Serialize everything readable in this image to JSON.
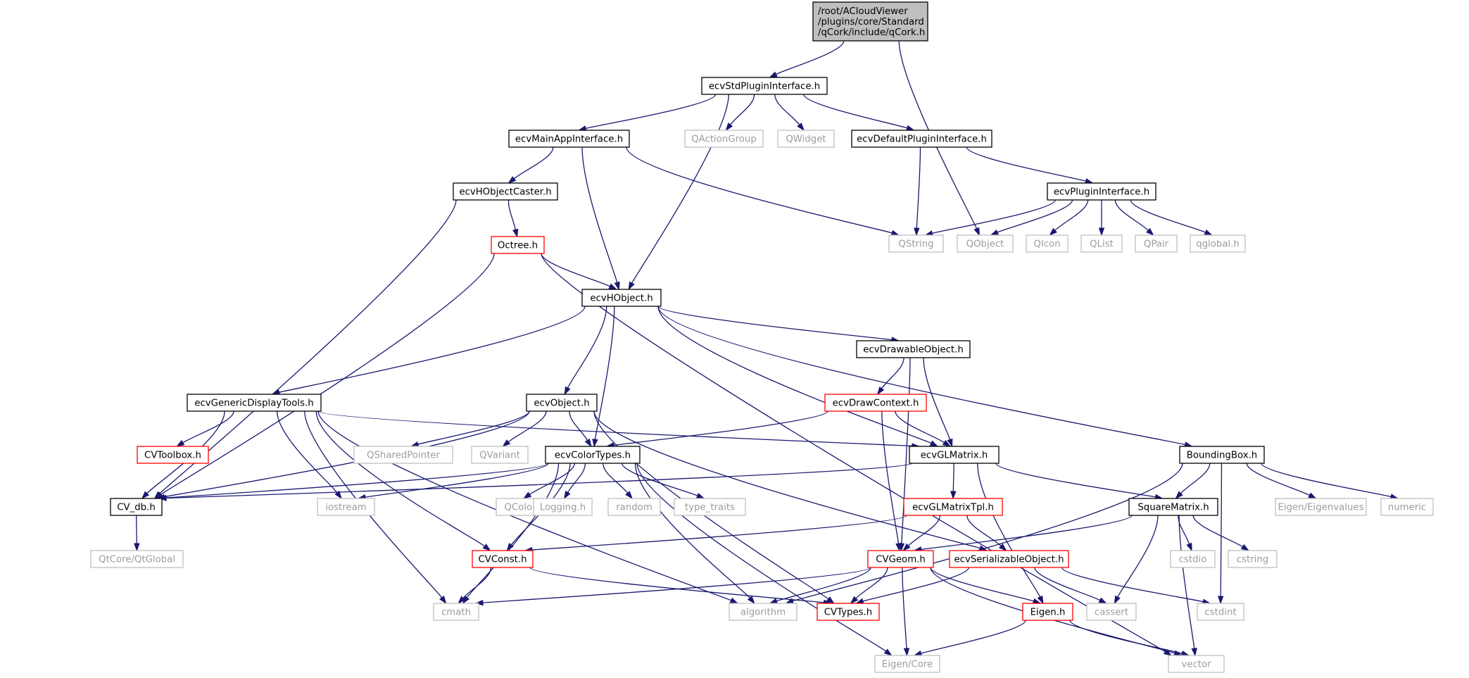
{
  "title": "/root/ACloudViewer/plugins/core/Standard/qCork/include/qCork.h",
  "colors": {
    "edge": "#191970",
    "root_fill": "#bfbfbf",
    "node_border": "#000000",
    "incomplete_border": "#ff0000",
    "external_border": "#bfbfbf",
    "external_text": "#9c9c9c"
  },
  "nodes": [
    {
      "id": "root",
      "label": [
        "/root/ACloudViewer",
        "/plugins/core/Standard",
        "/qCork/include/qCork.h"
      ],
      "kind": "root"
    },
    {
      "id": "ecvStdPluginInterface",
      "label": [
        "ecvStdPluginInterface.h"
      ],
      "kind": "normal"
    },
    {
      "id": "ecvMainAppInterface",
      "label": [
        "ecvMainAppInterface.h"
      ],
      "kind": "normal"
    },
    {
      "id": "QActionGroup",
      "label": [
        "QActionGroup"
      ],
      "kind": "ext"
    },
    {
      "id": "QWidget",
      "label": [
        "QWidget"
      ],
      "kind": "ext"
    },
    {
      "id": "ecvDefaultPluginInterface",
      "label": [
        "ecvDefaultPluginInterface.h"
      ],
      "kind": "normal"
    },
    {
      "id": "ecvHObjectCaster",
      "label": [
        "ecvHObjectCaster.h"
      ],
      "kind": "normal"
    },
    {
      "id": "ecvPluginInterface",
      "label": [
        "ecvPluginInterface.h"
      ],
      "kind": "normal"
    },
    {
      "id": "Octree",
      "label": [
        "Octree.h"
      ],
      "kind": "red"
    },
    {
      "id": "QString",
      "label": [
        "QString"
      ],
      "kind": "ext"
    },
    {
      "id": "QObject",
      "label": [
        "QObject"
      ],
      "kind": "ext"
    },
    {
      "id": "QIcon",
      "label": [
        "QIcon"
      ],
      "kind": "ext"
    },
    {
      "id": "QList",
      "label": [
        "QList"
      ],
      "kind": "ext"
    },
    {
      "id": "QPair",
      "label": [
        "QPair"
      ],
      "kind": "ext"
    },
    {
      "id": "qglobal",
      "label": [
        "qglobal.h"
      ],
      "kind": "ext"
    },
    {
      "id": "ecvHObject",
      "label": [
        "ecvHObject.h"
      ],
      "kind": "normal"
    },
    {
      "id": "ecvDrawableObject",
      "label": [
        "ecvDrawableObject.h"
      ],
      "kind": "normal"
    },
    {
      "id": "ecvGenericDisplayTools",
      "label": [
        "ecvGenericDisplayTools.h"
      ],
      "kind": "normal"
    },
    {
      "id": "ecvObject",
      "label": [
        "ecvObject.h"
      ],
      "kind": "normal"
    },
    {
      "id": "ecvDrawContext",
      "label": [
        "ecvDrawContext.h"
      ],
      "kind": "red"
    },
    {
      "id": "CVToolbox",
      "label": [
        "CVToolbox.h"
      ],
      "kind": "red"
    },
    {
      "id": "QSharedPointer",
      "label": [
        "QSharedPointer"
      ],
      "kind": "ext"
    },
    {
      "id": "QVariant",
      "label": [
        "QVariant"
      ],
      "kind": "ext"
    },
    {
      "id": "ecvColorTypes",
      "label": [
        "ecvColorTypes.h"
      ],
      "kind": "normal"
    },
    {
      "id": "ecvGLMatrix",
      "label": [
        "ecvGLMatrix.h"
      ],
      "kind": "normal"
    },
    {
      "id": "BoundingBox",
      "label": [
        "BoundingBox.h"
      ],
      "kind": "normal"
    },
    {
      "id": "CV_db",
      "label": [
        "CV_db.h"
      ],
      "kind": "normal"
    },
    {
      "id": "iostream",
      "label": [
        "iostream"
      ],
      "kind": "ext"
    },
    {
      "id": "QColor",
      "label": [
        "QColor"
      ],
      "kind": "ext"
    },
    {
      "id": "Logging",
      "label": [
        "Logging.h"
      ],
      "kind": "ext"
    },
    {
      "id": "random",
      "label": [
        "random"
      ],
      "kind": "ext"
    },
    {
      "id": "type_traits",
      "label": [
        "type_traits"
      ],
      "kind": "ext"
    },
    {
      "id": "ecvGLMatrixTpl",
      "label": [
        "ecvGLMatrixTpl.h"
      ],
      "kind": "red"
    },
    {
      "id": "SquareMatrix",
      "label": [
        "SquareMatrix.h"
      ],
      "kind": "normal"
    },
    {
      "id": "EigenEigenvalues",
      "label": [
        "Eigen/Eigenvalues"
      ],
      "kind": "ext"
    },
    {
      "id": "numeric",
      "label": [
        "numeric"
      ],
      "kind": "ext"
    },
    {
      "id": "QtCoreQtGlobal",
      "label": [
        "QtCore/QtGlobal"
      ],
      "kind": "ext"
    },
    {
      "id": "CVConst",
      "label": [
        "CVConst.h"
      ],
      "kind": "red"
    },
    {
      "id": "CVGeom",
      "label": [
        "CVGeom.h"
      ],
      "kind": "red"
    },
    {
      "id": "ecvSerializableObject",
      "label": [
        "ecvSerializableObject.h"
      ],
      "kind": "red"
    },
    {
      "id": "cstdio",
      "label": [
        "cstdio"
      ],
      "kind": "ext"
    },
    {
      "id": "cstring",
      "label": [
        "cstring"
      ],
      "kind": "ext"
    },
    {
      "id": "cmath",
      "label": [
        "cmath"
      ],
      "kind": "ext"
    },
    {
      "id": "algorithm",
      "label": [
        "algorithm"
      ],
      "kind": "ext"
    },
    {
      "id": "CVTypes",
      "label": [
        "CVTypes.h"
      ],
      "kind": "red"
    },
    {
      "id": "Eigen",
      "label": [
        "Eigen.h"
      ],
      "kind": "red"
    },
    {
      "id": "cassert",
      "label": [
        "cassert"
      ],
      "kind": "ext"
    },
    {
      "id": "cstdint",
      "label": [
        "cstdint"
      ],
      "kind": "ext"
    },
    {
      "id": "EigenCore",
      "label": [
        "Eigen/Core"
      ],
      "kind": "ext"
    },
    {
      "id": "vector",
      "label": [
        "vector"
      ],
      "kind": "ext"
    }
  ],
  "edges": [
    [
      "root",
      "ecvStdPluginInterface"
    ],
    [
      "root",
      "QObject"
    ],
    [
      "ecvStdPluginInterface",
      "ecvMainAppInterface"
    ],
    [
      "ecvStdPluginInterface",
      "QActionGroup"
    ],
    [
      "ecvStdPluginInterface",
      "QWidget"
    ],
    [
      "ecvStdPluginInterface",
      "ecvDefaultPluginInterface"
    ],
    [
      "ecvStdPluginInterface",
      "ecvHObject"
    ],
    [
      "ecvMainAppInterface",
      "ecvHObjectCaster"
    ],
    [
      "ecvMainAppInterface",
      "QString"
    ],
    [
      "ecvMainAppInterface",
      "ecvHObject"
    ],
    [
      "ecvDefaultPluginInterface",
      "QString"
    ],
    [
      "ecvDefaultPluginInterface",
      "ecvPluginInterface"
    ],
    [
      "ecvPluginInterface",
      "QString"
    ],
    [
      "ecvPluginInterface",
      "QObject"
    ],
    [
      "ecvPluginInterface",
      "QIcon"
    ],
    [
      "ecvPluginInterface",
      "QList"
    ],
    [
      "ecvPluginInterface",
      "QPair"
    ],
    [
      "ecvPluginInterface",
      "qglobal"
    ],
    [
      "ecvHObjectCaster",
      "Octree"
    ],
    [
      "ecvHObjectCaster",
      "CV_db"
    ],
    [
      "Octree",
      "ecvHObject"
    ],
    [
      "Octree",
      "CV_db"
    ],
    [
      "Octree",
      "vector"
    ],
    [
      "ecvHObject",
      "ecvGenericDisplayTools"
    ],
    [
      "ecvHObject",
      "ecvObject"
    ],
    [
      "ecvHObject",
      "ecvColorTypes"
    ],
    [
      "ecvHObject",
      "ecvDrawableObject"
    ],
    [
      "ecvHObject",
      "ecvGLMatrix"
    ],
    [
      "ecvHObject",
      "BoundingBox"
    ],
    [
      "ecvDrawableObject",
      "ecvDrawContext"
    ],
    [
      "ecvDrawableObject",
      "ecvGLMatrix"
    ],
    [
      "ecvDrawableObject",
      "CVGeom"
    ],
    [
      "ecvDrawContext",
      "ecvColorTypes"
    ],
    [
      "ecvDrawContext",
      "ecvGLMatrix"
    ],
    [
      "ecvDrawContext",
      "CVGeom"
    ],
    [
      "ecvGenericDisplayTools",
      "CVToolbox"
    ],
    [
      "ecvGenericDisplayTools",
      "CV_db"
    ],
    [
      "ecvGenericDisplayTools",
      "iostream"
    ],
    [
      "ecvGenericDisplayTools",
      "ecvGLMatrix"
    ],
    [
      "ecvGenericDisplayTools",
      "CVConst"
    ],
    [
      "ecvGenericDisplayTools",
      "cmath"
    ],
    [
      "ecvGenericDisplayTools",
      "algorithm"
    ],
    [
      "ecvObject",
      "QSharedPointer"
    ],
    [
      "ecvObject",
      "QVariant"
    ],
    [
      "ecvObject",
      "ecvColorTypes"
    ],
    [
      "ecvObject",
      "CV_db"
    ],
    [
      "ecvObject",
      "CVTypes"
    ],
    [
      "ecvObject",
      "ecvSerializableObject"
    ],
    [
      "ecvColorTypes",
      "CV_db"
    ],
    [
      "ecvColorTypes",
      "iostream"
    ],
    [
      "ecvColorTypes",
      "QColor"
    ],
    [
      "ecvColorTypes",
      "Logging"
    ],
    [
      "ecvColorTypes",
      "random"
    ],
    [
      "ecvColorTypes",
      "type_traits"
    ],
    [
      "ecvColorTypes",
      "CVConst"
    ],
    [
      "ecvColorTypes",
      "cmath"
    ],
    [
      "ecvColorTypes",
      "algorithm"
    ],
    [
      "ecvColorTypes",
      "EigenCore"
    ],
    [
      "ecvGLMatrix",
      "CV_db"
    ],
    [
      "ecvGLMatrix",
      "ecvGLMatrixTpl"
    ],
    [
      "ecvGLMatrix",
      "SquareMatrix"
    ],
    [
      "ecvGLMatrix",
      "Eigen"
    ],
    [
      "ecvGLMatrixTpl",
      "CVConst"
    ],
    [
      "ecvGLMatrixTpl",
      "CVGeom"
    ],
    [
      "ecvGLMatrixTpl",
      "ecvSerializableObject"
    ],
    [
      "BoundingBox",
      "SquareMatrix"
    ],
    [
      "BoundingBox",
      "EigenEigenvalues"
    ],
    [
      "BoundingBox",
      "numeric"
    ],
    [
      "BoundingBox",
      "algorithm"
    ],
    [
      "BoundingBox",
      "cstdint"
    ],
    [
      "SquareMatrix",
      "CVGeom"
    ],
    [
      "SquareMatrix",
      "cstdio"
    ],
    [
      "SquareMatrix",
      "cstring"
    ],
    [
      "SquareMatrix",
      "cassert"
    ],
    [
      "SquareMatrix",
      "vector"
    ],
    [
      "CV_db",
      "QtCoreQtGlobal"
    ],
    [
      "CVConst",
      "cmath"
    ],
    [
      "CVConst",
      "CVTypes"
    ],
    [
      "CVGeom",
      "cmath"
    ],
    [
      "CVGeom",
      "algorithm"
    ],
    [
      "CVGeom",
      "CVTypes"
    ],
    [
      "CVGeom",
      "Eigen"
    ],
    [
      "CVGeom",
      "EigenCore"
    ],
    [
      "CVGeom",
      "vector"
    ],
    [
      "ecvSerializableObject",
      "CVTypes"
    ],
    [
      "ecvSerializableObject",
      "cassert"
    ],
    [
      "ecvSerializableObject",
      "cstdint"
    ],
    [
      "Eigen",
      "EigenCore"
    ],
    [
      "Eigen",
      "vector"
    ]
  ]
}
